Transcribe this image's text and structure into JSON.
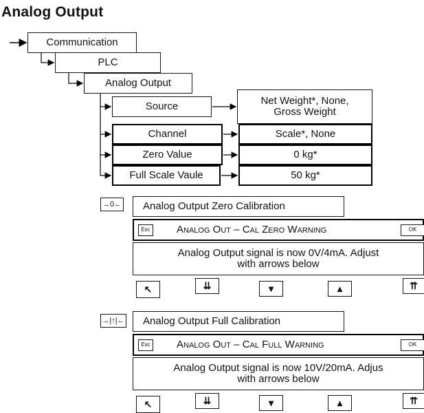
{
  "title": "Analog Output",
  "menu": {
    "communication": "Communication",
    "plc": "PLC",
    "analog_output": "Analog Output",
    "source": "Source",
    "channel": "Channel",
    "zero_value": "Zero Value",
    "full_scale": "Full Scale Vaule"
  },
  "options": {
    "source_line1": "Net Weight*, None,",
    "source_line2": "Gross Weight",
    "channel": "Scale*, None",
    "zero_value": "0 kg*",
    "full_scale": "50 kg*"
  },
  "zero_cal": {
    "icon": "zero-key-icon",
    "title": "Analog Output Zero Calibration",
    "esc": "Esc",
    "warning": "Analog Out – Cal Zero Warning",
    "ok": "OK",
    "message_line1": "Analog Output signal is now 0V/4mA.  Adjust",
    "message_line2": "with arrows below"
  },
  "full_cal": {
    "icon": "span-key-icon",
    "title": "Analog Output Full Calibration",
    "esc": "Esc",
    "warning": "Analog Out – Cal Full Warning",
    "ok": "OK",
    "message_line1": "Analog Output signal is now 10V/20mA.  Adjus",
    "message_line2": "with arrows below"
  },
  "arrow_keys": [
    "back-arrow-icon",
    "fast-down-icon",
    "down-icon",
    "up-icon",
    "fast-up-icon"
  ]
}
